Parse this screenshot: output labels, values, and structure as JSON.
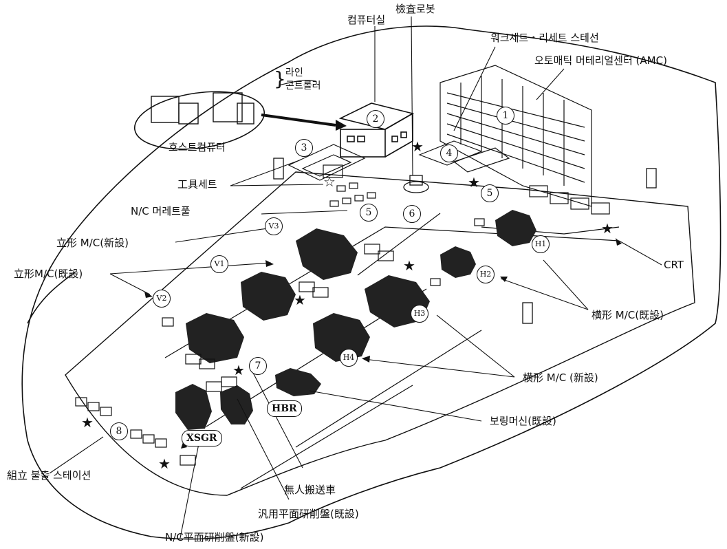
{
  "labels": {
    "inspection_robot": "檢査로봇",
    "computer_room": "컴퓨터실",
    "work_set_station": "워크세트・리세트 스테선",
    "amc": "오토매틱 머테리얼센터 (AMC)",
    "line_controller_1": "라인",
    "line_controller_2": "콘트롤러",
    "host_computer": "호스트컴퓨터",
    "tool_set": "工具세트",
    "nc_pallet": "N/C 머레트풀",
    "vertical_new": "立形 M/C(新設)",
    "vertical_existing": "立形M/C(既設)",
    "crt": "CRT",
    "horizontal_existing": "横形 M/C(既設)",
    "horizontal_new": "横形 M/C (新設)",
    "boring_existing": "보링머신(既設)",
    "assembly_station": "組立 불출 스테이션",
    "agv": "無人搬送車",
    "surface_grinder_existing": "汎用平面研削盤(既設)",
    "nc_surface_grinder_new": "N/C平面研削盤(新設)"
  },
  "markers": {
    "n1": "1",
    "n2": "2",
    "n3": "3",
    "n4": "4",
    "n5a": "5",
    "n5b": "5",
    "n6": "6",
    "n7": "7",
    "n8": "8",
    "v1": "V1",
    "v2": "V2",
    "v3": "V3",
    "h1": "H1",
    "h2": "H2",
    "h3": "H3",
    "h4": "H4",
    "hbr": "HBR",
    "xsgr": "XSGR"
  }
}
